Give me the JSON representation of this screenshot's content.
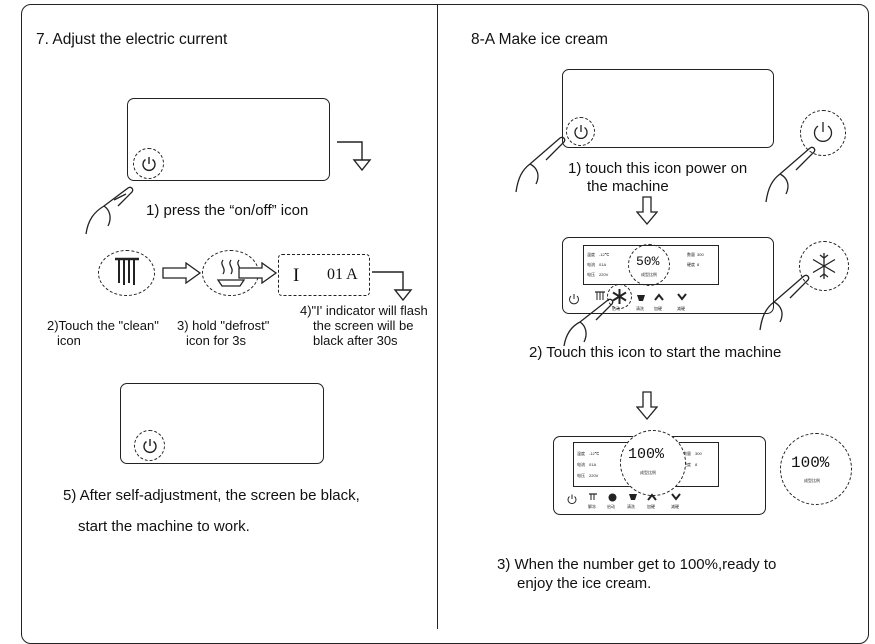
{
  "left": {
    "title": "7. Adjust the electric current",
    "step1": "1) press the “on/off” icon",
    "step2_line1": "2)Touch the \"clean\"",
    "step2_line2": "icon",
    "step3_line1": "3) hold \"defrost\"",
    "step3_line2": "icon for 3s",
    "step4_line1": "4)\"I' indicator will flash",
    "step4_line2": "the screen will be",
    "step4_line3": "black after 30s",
    "display_indicator": "I",
    "display_value": "01 A",
    "step5_line1": "5) After self-adjustment, the screen be black,",
    "step5_line2": "start the machine to work."
  },
  "right": {
    "title": "8-A  Make ice cream",
    "step1_line1": "1) touch this icon power on",
    "step1_line2": "the machine",
    "step2": "2) Touch this icon to start the machine",
    "step3_line1": "3) When the number get to 100%,ready to",
    "step3_line2": "enjoy the ice cream.",
    "display1_percent": "50%",
    "display2_percent": "100%",
    "ratio_label": "成型比例",
    "btn_labels": [
      "解冻",
      "启动",
      "清洗",
      "加硬",
      "减硬"
    ],
    "temp_label": "温度",
    "temp1_value": "-12℃",
    "temp2_value": "-12℃",
    "current_label": "电流",
    "current_value": "01A",
    "voltage_label": "电压",
    "voltage_value": "220V",
    "count_label": "数量",
    "count_value": "300",
    "hardness_label": "硬度",
    "hardness_value": "8"
  },
  "icons": [
    "power-icon",
    "clean-icon",
    "defrost-icon",
    "snowflake-icon",
    "hand-icon",
    "arrow-icon"
  ]
}
